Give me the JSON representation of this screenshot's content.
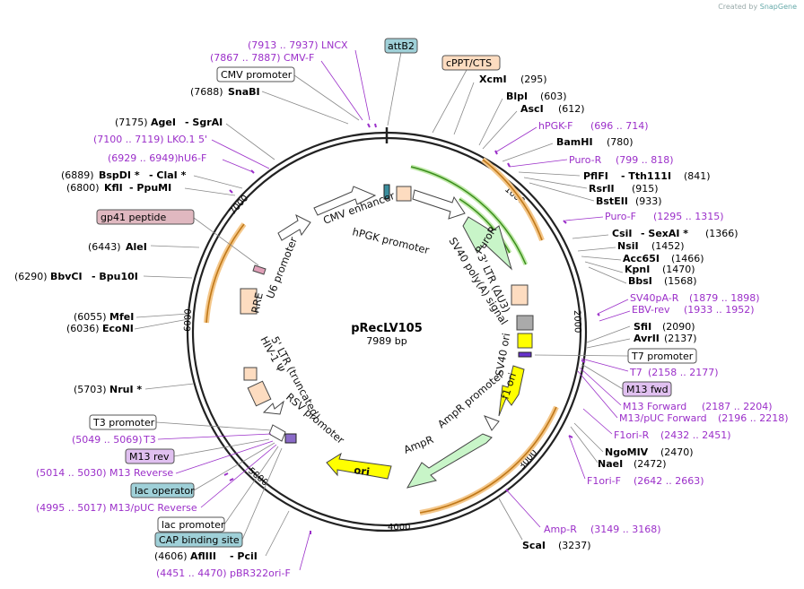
{
  "brand": {
    "prefix": "Created by",
    "name": "SnapGene"
  },
  "plasmid": {
    "name": "pRecLV105",
    "length": "7989 bp"
  },
  "ticks": [
    "1000",
    "2000",
    "3000",
    "4000",
    "5000",
    "6000",
    "7000"
  ],
  "left_labels": [
    {
      "pos": "(7913 .. 7937)",
      "name": "LNCX"
    },
    {
      "pos": "(7867 .. 7887)",
      "name": "CMV-F"
    },
    {
      "box": "CMV promoter"
    },
    {
      "pos": "(7688)",
      "name": "SnaBI"
    },
    {
      "pos": "(7175)",
      "name": "AgeI",
      "name2": "- SgrAI"
    },
    {
      "pos": "(7100 .. 7119)",
      "name": "LKO.1 5'"
    },
    {
      "pos": "(6929 .. 6949)",
      "name": "hU6-F"
    },
    {
      "pos": "(6889)",
      "name": "BspDI *",
      "name2": "- ClaI *"
    },
    {
      "pos": "(6800)",
      "name": "KflI",
      "name2": "- PpuMI"
    },
    {
      "box": "gp41 peptide"
    },
    {
      "pos": "(6443)",
      "name": "AleI"
    },
    {
      "pos": "(6290)",
      "name": "BbvCI",
      "name2": "- Bpu10I"
    },
    {
      "pos": "(6055)",
      "name": "MfeI"
    },
    {
      "pos": "(6036)",
      "name": "EcoNI"
    },
    {
      "pos": "(5703)",
      "name": "NruI *"
    },
    {
      "box": "T3 promoter"
    },
    {
      "pos": "(5049 .. 5069)",
      "name": "T3"
    },
    {
      "box": "M13 rev"
    },
    {
      "pos": "(5014 .. 5030)",
      "name": "M13 Reverse"
    },
    {
      "box": "lac operator"
    },
    {
      "pos": "(4995 .. 5017)",
      "name": "M13/pUC Reverse"
    },
    {
      "box": "lac promoter"
    },
    {
      "box": "CAP binding site"
    },
    {
      "pos": "(4606)",
      "name": "AflIII",
      "name2": "- PciI"
    },
    {
      "pos": "(4451 .. 4470)",
      "name": "pBR322ori-F"
    }
  ],
  "right_labels": [
    {
      "box": "attB2"
    },
    {
      "box": "cPPT/CTS"
    },
    {
      "name": "XcmI",
      "pos": "(295)"
    },
    {
      "name": "BlpI",
      "pos": "(603)"
    },
    {
      "name": "AscI",
      "pos": "(612)"
    },
    {
      "name": "hPGK-F",
      "pos": "(696 .. 714)"
    },
    {
      "name": "BamHI",
      "pos": "(780)"
    },
    {
      "name": "Puro-R",
      "pos": "(799 .. 818)"
    },
    {
      "name": "PflFI",
      "name2": "- Tth111I",
      "pos": "(841)"
    },
    {
      "name": "RsrII",
      "pos": "(915)"
    },
    {
      "name": "BstEII",
      "pos": "(933)"
    },
    {
      "name": "Puro-F",
      "pos": "(1295 .. 1315)"
    },
    {
      "name": "CsiI",
      "name2": "- SexAI *",
      "pos": "(1366)"
    },
    {
      "name": "NsiI",
      "pos": "(1452)"
    },
    {
      "name": "Acc65I",
      "pos": "(1466)"
    },
    {
      "name": "KpnI",
      "pos": "(1470)"
    },
    {
      "name": "BbsI",
      "pos": "(1568)"
    },
    {
      "name": "SV40pA-R",
      "pos": "(1879 .. 1898)"
    },
    {
      "name": "EBV-rev",
      "pos": "(1933 .. 1952)"
    },
    {
      "name": "SfiI",
      "pos": "(2090)"
    },
    {
      "name": "AvrII",
      "pos": "(2137)"
    },
    {
      "box": "T7 promoter"
    },
    {
      "name": "T7",
      "pos": "(2158 .. 2177)"
    },
    {
      "box": "M13 fwd"
    },
    {
      "name": "M13 Forward",
      "pos": "(2187 .. 2204)"
    },
    {
      "name": "M13/pUC Forward",
      "pos": "(2196 .. 2218)"
    },
    {
      "name": "F1ori-R",
      "pos": "(2432 .. 2451)"
    },
    {
      "name": "NgoMIV",
      "pos": "(2470)"
    },
    {
      "name": "NaeI",
      "pos": "(2472)"
    },
    {
      "name": "F1ori-F",
      "pos": "(2642 .. 2663)"
    },
    {
      "name": "Amp-R",
      "pos": "(3149 .. 3168)"
    },
    {
      "name": "ScaI",
      "pos": "(3237)"
    }
  ],
  "features": {
    "cmv_enhancer": "CMV enhancer",
    "hpgk_promoter": "hPGK promoter",
    "u6_promoter": "U6 promoter",
    "puror": "PuroR",
    "ltr3": "3' LTR (ΔU3)",
    "sv40pa": "SV40 poly(A) signal",
    "rre": "RRE",
    "sv40ori": "SV40 ori",
    "f1ori": "f1 ori",
    "ampr_promoter": "AmpR promoter",
    "ampr": "AmpR",
    "ori": "ori",
    "ltr5": "5' LTR (truncated)",
    "hiv_psi": "HIV-1 Ψ",
    "rsv": "RSV promoter"
  },
  "colors": {
    "backbone": "#222222",
    "purple_label": "#9b2fc9",
    "ori_yellow": "#ffff00",
    "ampr_green": "#c8f5c8",
    "cds_orange": "#f4b860",
    "peach": "#fddcc0",
    "attB2_blue": "#9fd0d8",
    "m13_box": "#e0c0f0",
    "gp41_box": "#e0b8c0"
  }
}
